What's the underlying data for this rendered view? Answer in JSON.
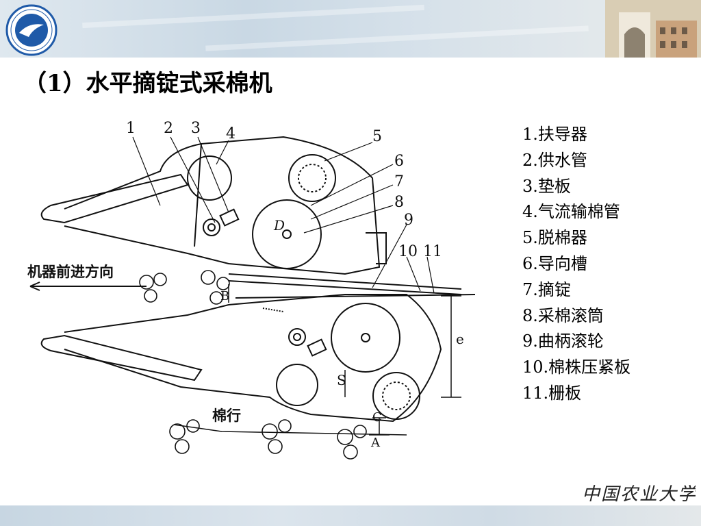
{
  "slide": {
    "title": "（1）水平摘锭式采棉机"
  },
  "diagram": {
    "callouts": [
      "1",
      "2",
      "3",
      "4",
      "5",
      "6",
      "7",
      "8",
      "9",
      "10",
      "11"
    ],
    "direction_label": "机器前进方向",
    "row_label": "棉行",
    "dim_labels": [
      "D",
      "B",
      "e",
      "S",
      "C",
      "A"
    ]
  },
  "legend": [
    "1.扶导器",
    "2.供水管",
    "3.垫板",
    "4.气流输棉管",
    "5.脱棉器",
    "6.导向槽",
    "7.摘锭",
    "8.采棉滚筒",
    "9.曲柄滚轮",
    "10.棉株压紧板",
    "11.栅板"
  ],
  "branding": {
    "wordmark": "中国农业大学"
  },
  "colors": {
    "banner": "#c9d8e4",
    "ink": "#111111",
    "logo_blue": "#1f5aa8"
  }
}
